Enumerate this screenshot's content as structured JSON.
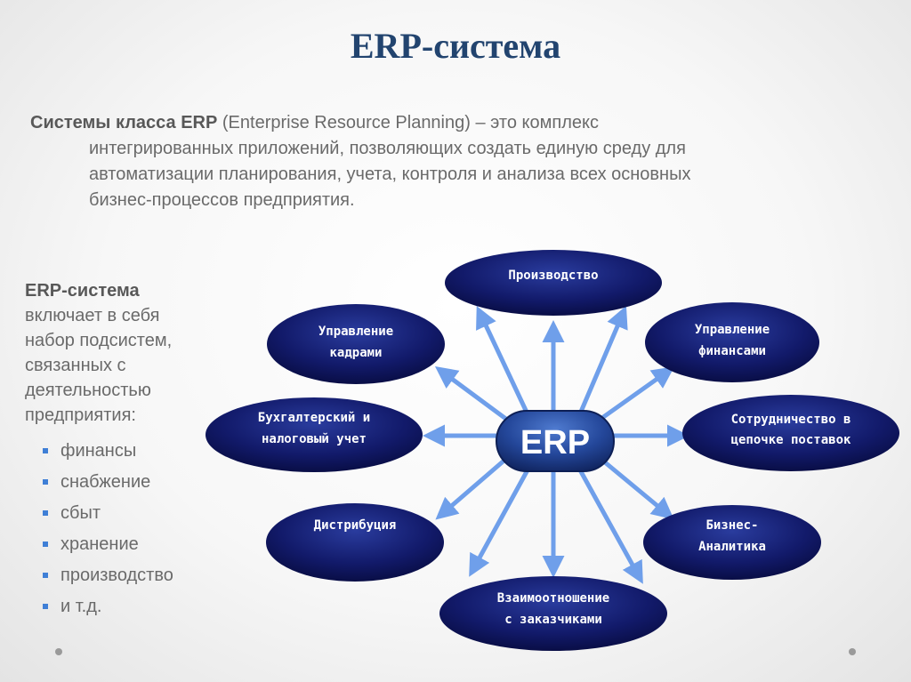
{
  "title": "ERP-система",
  "intro": {
    "bold": "Системы класса ERP",
    "line1_rest": " (Enterprise Resource Planning) – это комплекс",
    "line2": "интегрированных приложений, позволяющих создать единую среду для",
    "line3": "автоматизации планирования, учета, контроля и анализа всех основных",
    "line4": "бизнес-процессов предприятия."
  },
  "left": {
    "bold": "ERP-система",
    "lines": [
      "включает в себя",
      "набор подсистем,",
      "связанных с",
      "деятельностью",
      "предприятия:"
    ],
    "bullets": [
      "финансы",
      "снабжение",
      "сбыт",
      "хранение",
      "производство",
      "и т.д."
    ]
  },
  "diagram": {
    "hub": "ERP",
    "nodes": [
      {
        "id": "production",
        "lines": [
          "Производство"
        ]
      },
      {
        "id": "hr",
        "lines": [
          "Управление",
          "кадрами"
        ]
      },
      {
        "id": "finance",
        "lines": [
          "Управление",
          "финансами"
        ]
      },
      {
        "id": "accounting",
        "lines": [
          "Бухгалтерский и",
          "налоговый учет"
        ]
      },
      {
        "id": "supply-chain",
        "lines": [
          "Сотрудничество в",
          "цепочке поставок"
        ]
      },
      {
        "id": "distribution",
        "lines": [
          "Дистрибуция"
        ]
      },
      {
        "id": "bi",
        "lines": [
          "Бизнес-",
          "Аналитика"
        ]
      },
      {
        "id": "crm",
        "lines": [
          "Взаимоотношение",
          "с заказчиками"
        ]
      }
    ]
  },
  "colors": {
    "title": "#22446f",
    "node_dark": "#0a0f4e",
    "node_light": "#2a3c9e",
    "arrow": "#6f9fea",
    "bullet": "#3f7fd6"
  }
}
